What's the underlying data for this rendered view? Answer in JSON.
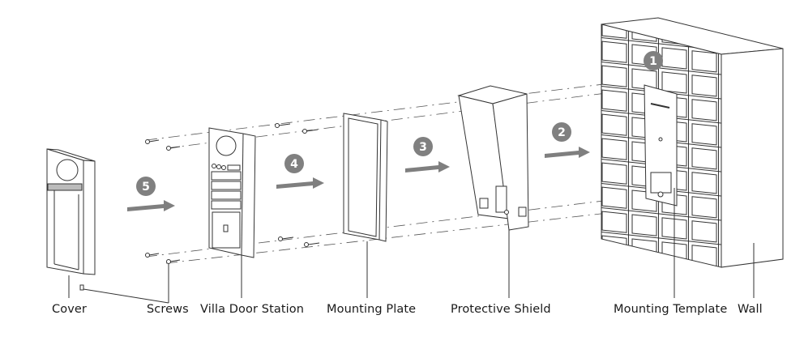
{
  "diagram": {
    "type": "exploded-installation-view",
    "parts": [
      {
        "label": "Cover"
      },
      {
        "label": "Screws"
      },
      {
        "label": "Villa Door Station"
      },
      {
        "label": "Mounting Plate"
      },
      {
        "label": "Protective Shield"
      },
      {
        "label": "Mounting Template"
      },
      {
        "label": "Wall"
      }
    ],
    "steps": [
      {
        "number": "1"
      },
      {
        "number": "2"
      },
      {
        "number": "3"
      },
      {
        "number": "4"
      },
      {
        "number": "5"
      }
    ],
    "colors": {
      "line": "#333333",
      "arrow": "#7f7f7f",
      "badge": "#808080",
      "badge_text": "#ffffff"
    }
  }
}
